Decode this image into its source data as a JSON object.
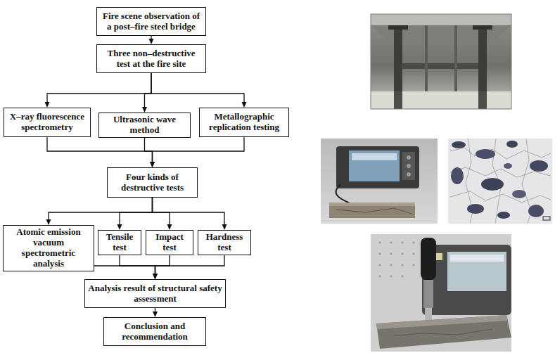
{
  "diagram": {
    "nodes": [
      {
        "text": [
          "Fire scene observation of a post–fire steel bridge"
        ]
      },
      {
        "text": [
          "Three non–destructive test at the fire site"
        ]
      },
      {
        "text": [
          "X–ray fluorescence spectrometry"
        ]
      },
      {
        "text": [
          "Ultrasonic wave method"
        ]
      },
      {
        "text": [
          "Metallographic replication testing"
        ]
      },
      {
        "text": [
          "Four kinds of destructive tests"
        ]
      },
      {
        "text": [
          "Atomic emission vacuum spectrometric analysis"
        ]
      },
      {
        "text": [
          "Tensile test"
        ]
      },
      {
        "text": [
          "Impact test"
        ]
      },
      {
        "text": [
          "Hardness test"
        ]
      },
      {
        "text": [
          "Analysis result of structural safety assessment"
        ]
      },
      {
        "text": [
          "Conclusion and recommendation"
        ]
      }
    ],
    "edges": [
      {
        "from": 0,
        "to": 1,
        "arrow": "to"
      },
      {
        "from": 1,
        "to": 2,
        "arrow": "to"
      },
      {
        "from": 1,
        "to": 3,
        "arrow": "to"
      },
      {
        "from": 1,
        "to": 4,
        "arrow": "to"
      },
      {
        "from": 2,
        "to": 5,
        "arrow": "to"
      },
      {
        "from": 3,
        "to": 5,
        "arrow": "to"
      },
      {
        "from": 4,
        "to": 5,
        "arrow": "to"
      },
      {
        "from": 5,
        "to": 6,
        "arrow": "to"
      },
      {
        "from": 5,
        "to": 7,
        "arrow": "to"
      },
      {
        "from": 5,
        "to": 8,
        "arrow": "to"
      },
      {
        "from": 5,
        "to": 9,
        "arrow": "to"
      },
      {
        "from": 6,
        "to": 10,
        "arrow": "to"
      },
      {
        "from": 7,
        "to": 10,
        "arrow": "to"
      },
      {
        "from": 8,
        "to": 10,
        "arrow": "to"
      },
      {
        "from": 9,
        "to": 10,
        "arrow": "to"
      },
      {
        "from": 10,
        "to": 11,
        "arrow": "to"
      }
    ]
  }
}
